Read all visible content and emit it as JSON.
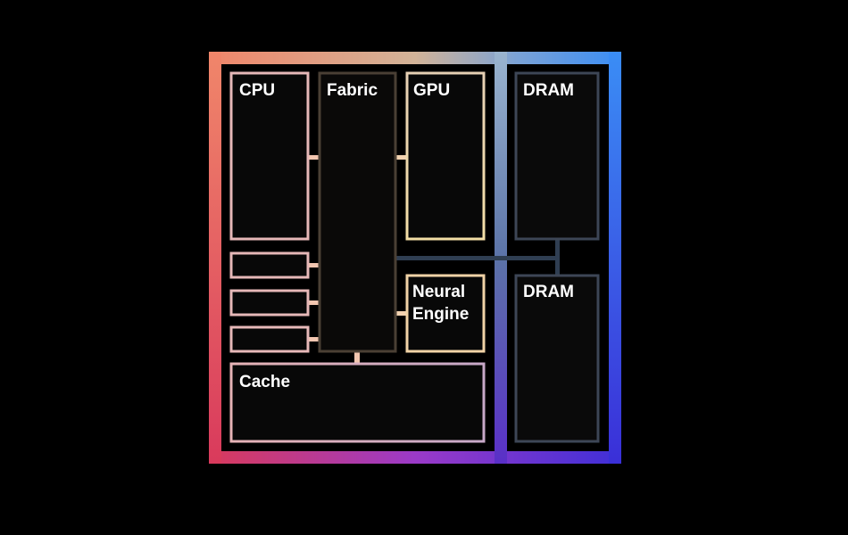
{
  "blocks": {
    "cpu": "CPU",
    "fabric": "Fabric",
    "gpu": "GPU",
    "neural_line1": "Neural",
    "neural_line2": "Engine",
    "cache": "Cache",
    "dram_top": "DRAM",
    "dram_bottom": "DRAM"
  }
}
